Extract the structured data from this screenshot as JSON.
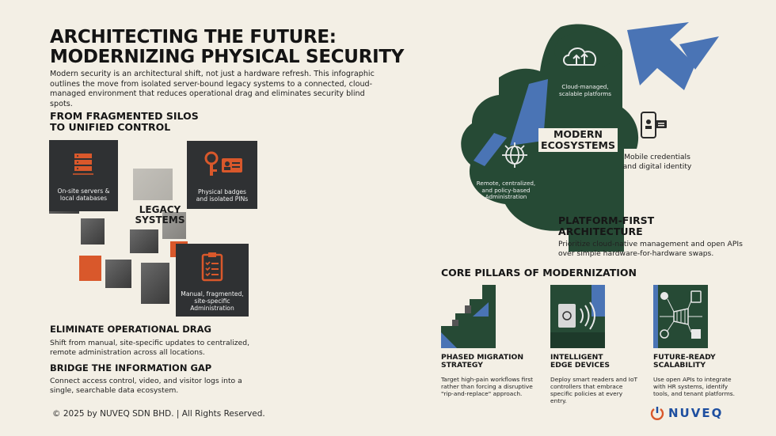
{
  "header": {
    "title_line1": "ARCHITECTING THE FUTURE:",
    "title_line2": "MODERNIZING PHYSICAL SECURITY",
    "intro": "Modern security is an architectural shift, not just a hardware refresh. This infographic outlines the move from isolated server-bound legacy systems to a connected, cloud-managed environment that reduces operational drag and eliminates security blind spots."
  },
  "legacy": {
    "heading_line1": "FROM FRAGMENTED SILOS",
    "heading_line2": "TO UNIFIED CONTROL",
    "label_line1": "LEGACY",
    "label_line2": "SYSTEMS",
    "tiles": [
      {
        "icon": "server-stack-icon",
        "line1": "On-site servers &",
        "line2": "local databases"
      },
      {
        "icon": "key-badge-icon",
        "line1": "Physical badges",
        "line2": "and isolated PINs"
      },
      {
        "icon": "clipboard-checklist-icon",
        "line1": "Manual, fragmented,",
        "line2": "site-specific",
        "line3": "Administration"
      }
    ]
  },
  "drag": {
    "heading": "ELIMINATE OPERATIONAL DRAG",
    "text": "Shift from manual, site-specific updates to centralized, remote administration across all locations."
  },
  "gap": {
    "heading": "BRIDGE THE INFORMATION GAP",
    "text": "Connect access control, video, and visitor logs into a single, searchable data ecosystem."
  },
  "modern": {
    "label_line1": "MODERN",
    "label_line2": "ECOSYSTEMS",
    "cloud_line1": "Cloud-managed,",
    "cloud_line2": "scalable platforms",
    "remote_line1": "Remote, centralized,",
    "remote_line2": "and policy-based",
    "remote_line3": "Administration",
    "mobile_line1": "Mobile credentials",
    "mobile_line2": "and digital identity"
  },
  "platform": {
    "heading_line1": "PLATFORM-FIRST",
    "heading_line2": "ARCHITECTURE",
    "text": "Prioritize cloud-native management and open APIs over simple hardware-for-hardware swaps."
  },
  "pillars": {
    "heading": "CORE PILLARS OF MODERNIZATION",
    "items": [
      {
        "title_line1": "PHASED MIGRATION",
        "title_line2": "STRATEGY",
        "text": "Target high-pain workflows first rather than forcing a disruptive \"rip-and-replace\" approach."
      },
      {
        "title_line1": "INTELLIGENT",
        "title_line2": "EDGE DEVICES",
        "text": "Deploy smart readers and IoT controllers that embrace specific policies at every entry."
      },
      {
        "title_line1": "FUTURE-READY",
        "title_line2": "SCALABILITY",
        "text": "Use open APIs to integrate with HR systems, identify tools, and tenant platforms."
      }
    ]
  },
  "footer": {
    "copyright": "© 2025 by NUVEQ SDN BHD. | All Rights Reserved.",
    "brand": "NUVEQ"
  },
  "colors": {
    "background": "#f3efe5",
    "green": "#264a35",
    "blue": "#4a74b5",
    "orange": "#d9582b",
    "dark_tile": "#2f3133",
    "brand": "#1e4fa0"
  }
}
